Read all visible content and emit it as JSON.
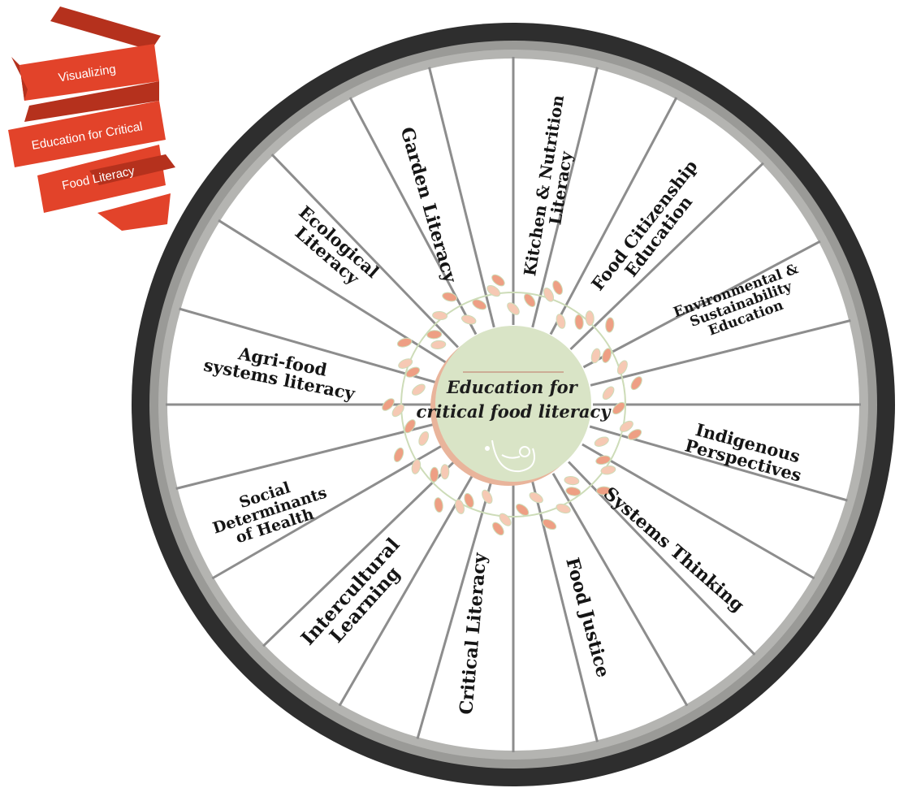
{
  "banner": {
    "lines": [
      "Visualizing",
      "Education for Critical",
      "Food Literacy"
    ]
  },
  "hub": {
    "lines": [
      "Education for",
      "critical food literacy"
    ]
  },
  "segments": [
    {
      "name": "garden-literacy",
      "lines": [
        "Garden Literacy"
      ]
    },
    {
      "name": "kitchen-nutrition-literacy",
      "lines": [
        "Kitchen & Nutrition",
        "Literacy"
      ]
    },
    {
      "name": "food-citizenship-education",
      "lines": [
        "Food Citizenship",
        "Education"
      ]
    },
    {
      "name": "environmental-sustainability-education",
      "lines": [
        "Environmental &",
        "Sustainability",
        "Education"
      ]
    },
    {
      "name": "indigenous-perspectives",
      "lines": [
        "Indigenous",
        "Perspectives"
      ]
    },
    {
      "name": "systems-thinking",
      "lines": [
        "Systems Thinking"
      ]
    },
    {
      "name": "food-justice",
      "lines": [
        "Food Justice"
      ]
    },
    {
      "name": "critical-literacy",
      "lines": [
        "Critical Literacy"
      ]
    },
    {
      "name": "intercultural-learning",
      "lines": [
        "Intercultural",
        "Learning"
      ]
    },
    {
      "name": "social-determinants-of-health",
      "lines": [
        "Social",
        "Determinants",
        "of Health"
      ]
    },
    {
      "name": "agri-food-systems-literacy",
      "lines": [
        "Agri-food",
        "systems literacy"
      ]
    },
    {
      "name": "ecological-literacy",
      "lines": [
        "Ecological",
        "Literacy"
      ]
    }
  ],
  "colors": {
    "tire": "#2e2e2e",
    "rim": "#9a9a97",
    "spoke": "#8d8d8d",
    "hub_fill": "#d9e4c6",
    "hub_shadow": "#e9b49b",
    "leaf": "#ee9f84",
    "vine": "#cddcb8",
    "banner": "#e2432a",
    "banner_dark": "#b5311d"
  }
}
